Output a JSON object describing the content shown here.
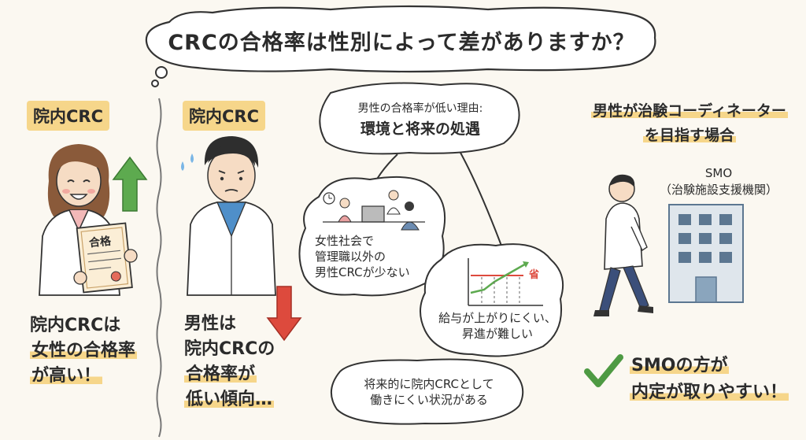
{
  "title": "CRCの合格率は性別によって差がありますか？",
  "left_panel": {
    "label": "院内CRC",
    "certificate_text": "合格",
    "caption_lines": [
      "院内CRCは",
      "女性の合格率",
      "が高い！"
    ]
  },
  "middle_panel": {
    "label": "院内CRC",
    "caption_lines": [
      "男性は",
      "院内CRCの",
      "合格率が",
      "低い傾向…"
    ]
  },
  "reasons": {
    "header_line1": "男性の合格率が低い理由:",
    "header_line2": "環境と将来の処遇",
    "bubble_office_lines": [
      "女性社会で",
      "管理職以外の",
      "男性CRCが少ない"
    ],
    "bubble_salary_lines": [
      "給与が上がりにくい、",
      "昇進が難しい"
    ],
    "chart_mark": "省",
    "bubble_future_lines": [
      "将来的に院内CRCとして",
      "働きにくい状況がある"
    ]
  },
  "right_panel": {
    "heading_lines": [
      "男性が治験コーディネーター",
      "を目指す場合"
    ],
    "smo_name": "SMO",
    "smo_full": "（治験施設支援機関）",
    "result_lines": [
      "SMOの方が",
      "内定が取りやすい！"
    ]
  },
  "colors": {
    "highlight": "#f6d68a",
    "up_arrow": "#5daa4f",
    "down_arrow": "#dd4a3d",
    "check": "#4e9a43",
    "building": "#5c7791"
  }
}
